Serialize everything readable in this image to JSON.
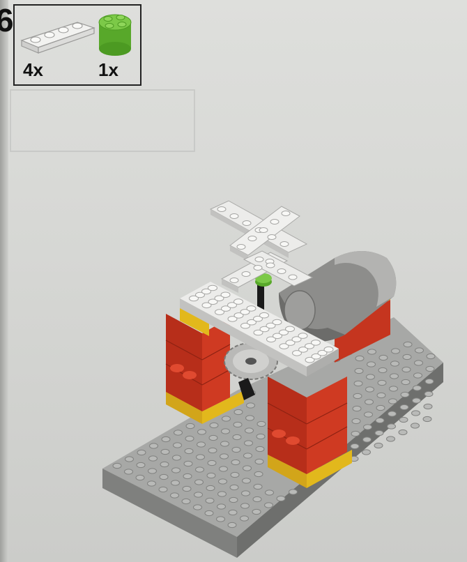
{
  "step": {
    "number": "6"
  },
  "parts": [
    {
      "name": "white-plate-1x4",
      "color": "#e8e8e6",
      "quantity": "4x"
    },
    {
      "name": "green-round-brick-2x2",
      "color": "#6fbf3a",
      "quantity": "1x"
    }
  ],
  "model": {
    "colors": {
      "baseplate": "#8e8f8d",
      "stud": "#b7b8b6",
      "red": "#c5351f",
      "yellow": "#e2b81c",
      "white": "#ececea",
      "grey_motor": "#8d8d8b",
      "axle": "#1a1a1a",
      "gear": "#c9c9c7",
      "green": "#6fbf3a"
    }
  }
}
